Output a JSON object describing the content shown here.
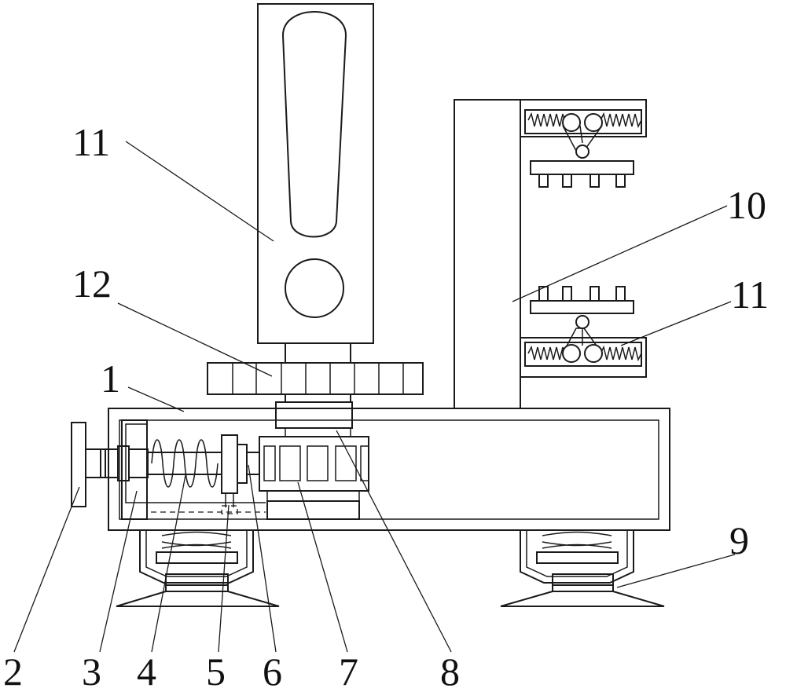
{
  "diagram": {
    "line_color": "#1a1a1a",
    "background": "#ffffff",
    "labels": {
      "top_left_11": "11",
      "l12": "12",
      "l1": "1",
      "l10": "10",
      "right_11": "11",
      "l9": "9",
      "l2": "2",
      "l3": "3",
      "l4": "4",
      "l5": "5",
      "l6": "6",
      "l7": "7",
      "l8": "8"
    }
  }
}
